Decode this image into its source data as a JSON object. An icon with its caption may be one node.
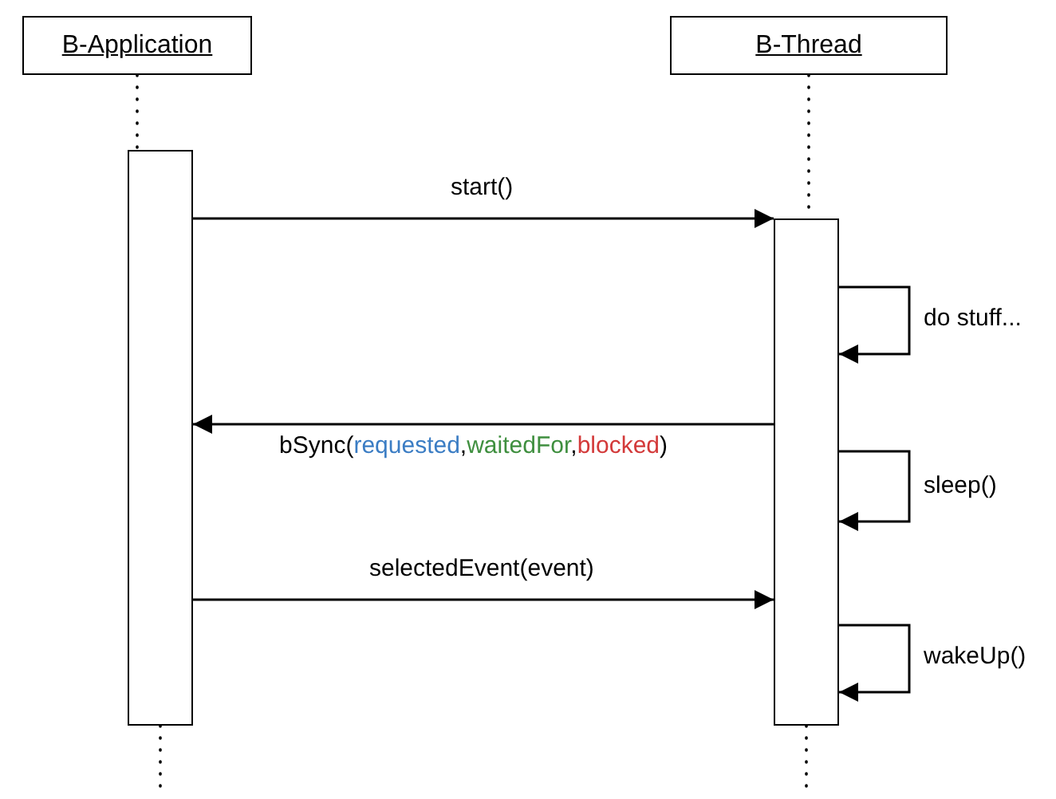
{
  "diagram": {
    "nodes": [
      {
        "text": [
          "B-Application"
        ]
      },
      {
        "text": [
          "B-Thread"
        ]
      },
      {
        "text": [],
        "shape": "bar"
      },
      {
        "text": [],
        "shape": "bar"
      }
    ],
    "edges": [
      {
        "from": 0,
        "to": 2,
        "arrow": "none",
        "style": "dashed"
      },
      {
        "from": 1,
        "to": 3,
        "arrow": "none",
        "style": "dashed"
      },
      {
        "from": 2,
        "to": null,
        "arrow": "none",
        "style": "dashed"
      },
      {
        "from": 3,
        "to": null,
        "arrow": "none",
        "style": "dashed"
      },
      {
        "from": 2,
        "to": 3,
        "arrow": "to",
        "label": "start()"
      },
      {
        "from": 3,
        "to": 2,
        "arrow": "to",
        "label": "bSync(requested,waitedFor,blocked)"
      },
      {
        "from": 2,
        "to": 3,
        "arrow": "to",
        "label": "selectedEvent(event)"
      },
      {
        "from": 3,
        "to": 3,
        "arrow": "to",
        "label": "do stuff..."
      },
      {
        "from": 3,
        "to": 3,
        "arrow": "to",
        "label": "sleep()"
      },
      {
        "from": 3,
        "to": 3,
        "arrow": "to",
        "label": "wakeUp()"
      }
    ]
  }
}
